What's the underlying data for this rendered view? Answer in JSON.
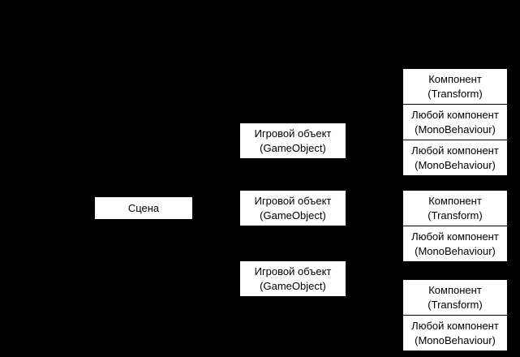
{
  "canvas": {
    "background_color": "#000000",
    "box_color": "#ffffff",
    "text_color": "#000000"
  },
  "scene": {
    "label": "Сцена"
  },
  "game_objects": [
    {
      "title": "Игровой объект",
      "subtitle": "(GameObject)"
    },
    {
      "title": "Игровой объект",
      "subtitle": "(GameObject)"
    },
    {
      "title": "Игровой объект",
      "subtitle": "(GameObject)"
    }
  ],
  "component_groups": [
    {
      "cells": [
        {
          "title": "Компонент",
          "subtitle": "(Transform)"
        },
        {
          "title": "Любой компонент",
          "subtitle": "(MonoBehaviour)"
        },
        {
          "title": "Любой компонент",
          "subtitle": "(MonoBehaviour)"
        }
      ]
    },
    {
      "cells": [
        {
          "title": "Компонент",
          "subtitle": "(Transform)"
        },
        {
          "title": "Любой компонент",
          "subtitle": "(MonoBehaviour)"
        }
      ]
    },
    {
      "cells": [
        {
          "title": "Компонент",
          "subtitle": "(Transform)"
        },
        {
          "title": "Любой компонент",
          "subtitle": "(MonoBehaviour)"
        }
      ]
    }
  ]
}
